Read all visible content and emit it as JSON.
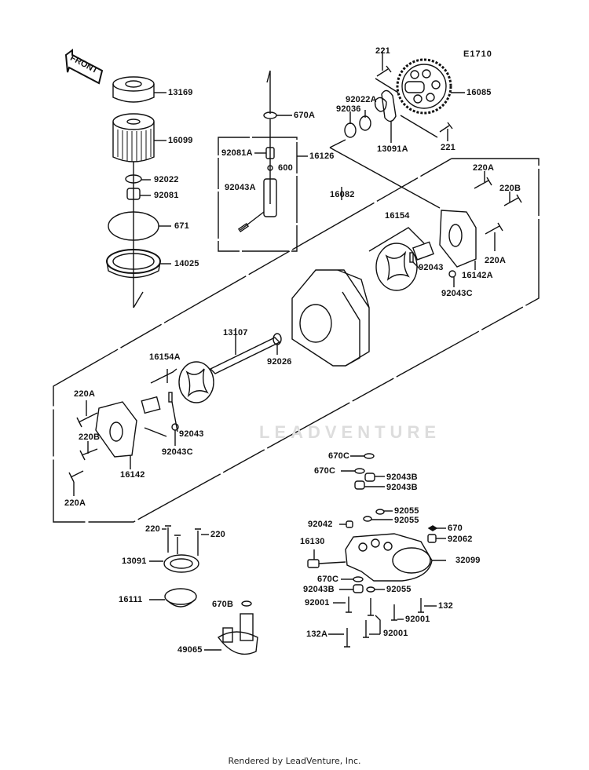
{
  "diagram_code": "E1710",
  "front_label": "FRONT",
  "watermark": "LEADVENTURE",
  "footer": "Rendered by LeadVenture, Inc.",
  "parts": {
    "p13169": "13169",
    "p16099": "16099",
    "p92022": "92022",
    "p92081": "92081",
    "p671": "671",
    "p14025": "14025",
    "p670A": "670A",
    "p92081A": "92081A",
    "p600": "600",
    "p16126": "16126",
    "p92043A": "92043A",
    "p16082": "16082",
    "p221a": "221",
    "p221b": "221",
    "p92022A": "92022A",
    "p92036": "92036",
    "p13091A": "13091A",
    "p16085": "16085",
    "p220A_1": "220A",
    "p220B_1": "220B",
    "p220A_2": "220A",
    "p16154": "16154",
    "p92043_1": "92043",
    "p16142A": "16142A",
    "p92043C_1": "92043C",
    "p13107": "13107",
    "p92026": "92026",
    "p16154A": "16154A",
    "p220A_3": "220A",
    "p220B_2": "220B",
    "p220A_4": "220A",
    "p16142": "16142",
    "p92043_2": "92043",
    "p92043C_2": "92043C",
    "p220_1": "220",
    "p220_2": "220",
    "p13091": "13091",
    "p16111": "16111",
    "p670B": "670B",
    "p49065": "49065",
    "p670C_1": "670C",
    "p670C_2": "670C",
    "p92043B_1": "92043B",
    "p92043B_2": "92043B",
    "p92055_1": "92055",
    "p92055_2": "92055",
    "p92042": "92042",
    "p670": "670",
    "p92062": "92062",
    "p16130": "16130",
    "p32099": "32099",
    "p670C_3": "670C",
    "p92043B_3": "92043B",
    "p92055_3": "92055",
    "p92001_1": "92001",
    "p132": "132",
    "p92001_2": "92001",
    "p92001_3": "92001",
    "p132A": "132A"
  }
}
